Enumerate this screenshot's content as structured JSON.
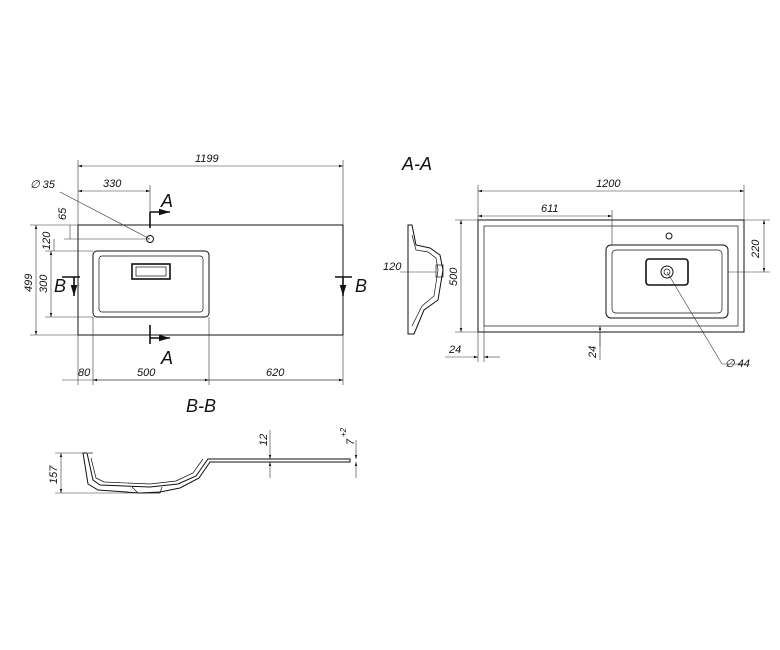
{
  "sections": {
    "aa": "A-A",
    "bb": "B-B",
    "cut_a": "A",
    "cut_b": "B"
  },
  "top_view": {
    "overall_width": "1199",
    "offset_330": "330",
    "hole_diameter": "∅ 35",
    "dim_65": "65",
    "dim_120": "120",
    "depth": "499",
    "bowl_depth": "300",
    "left_80": "80",
    "bowl_500": "500",
    "right_620": "620"
  },
  "side_view": {
    "dim_120": "120"
  },
  "bottom_view": {
    "overall_width": "1200",
    "offset_611": "611",
    "dim_220": "220",
    "depth_500": "500",
    "dim_24_h": "24",
    "dim_24_v": "24",
    "drain_diameter": "∅ 44"
  },
  "section_view": {
    "height_157": "157",
    "thickness_12": "12",
    "tolerance_base": "7",
    "tolerance_sup": "+2"
  }
}
